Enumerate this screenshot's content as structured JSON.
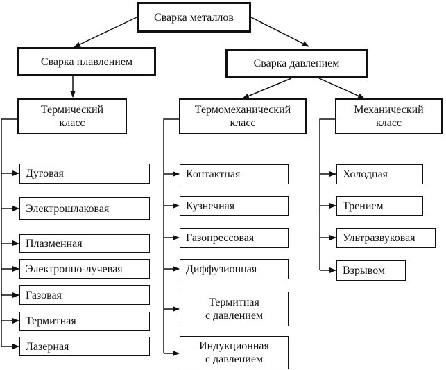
{
  "diagram": {
    "root": "Сварка металлов",
    "fusion": "Сварка плавлением",
    "pressure": "Сварка давлением",
    "thermal_class": "Термический\nкласс",
    "thermomech_class": "Термомеханический\nкласс",
    "mech_class": "Механический\nкласс",
    "thermal_items": [
      "Дуговая",
      "Электрошлаковая",
      "Плазменная",
      "Электронно-лучевая",
      "Газовая",
      "Термитная",
      "Лазерная"
    ],
    "thermomech_items": [
      "Контактная",
      "Кузнечная",
      "Газопрессовая",
      "Диффузионная",
      "Термитная\nс давлением",
      "Индукционная\nс давлением"
    ],
    "mech_items": [
      "Холодная",
      "Трением",
      "Ультразвуковая",
      "Взрывом"
    ]
  }
}
